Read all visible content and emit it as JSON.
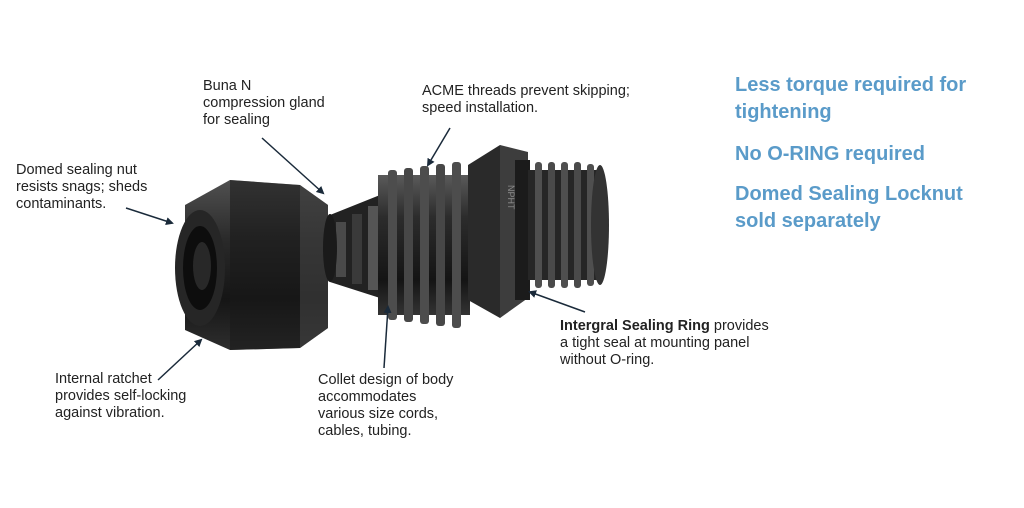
{
  "colors": {
    "feature_text": "#5a9bc9",
    "label_text": "#222222",
    "part_dark": "#1c1c1c",
    "part_mid": "#3a3a3a",
    "part_highlight": "#6e6e6e"
  },
  "callouts": {
    "buna": [
      "Buna N",
      "compression gland",
      "for sealing"
    ],
    "acme": [
      "ACME threads prevent skipping;",
      "speed installation."
    ],
    "domed_nut": [
      "Domed sealing nut",
      "resists snags; sheds",
      "contaminants."
    ],
    "ratchet": [
      "Internal ratchet",
      "provides self-locking",
      "against vibration."
    ],
    "collet": [
      "Collet design of body",
      "accommodates",
      "various size cords,",
      "cables, tubing."
    ],
    "sealing_ring": {
      "bold": "Intergral Sealing Ring",
      "rest": " provides",
      "lines": [
        "a tight seal at mounting panel",
        "without O-ring."
      ]
    }
  },
  "features": [
    {
      "lines": [
        "Less torque required for",
        "tightening"
      ]
    },
    {
      "lines": [
        "No O-RING required"
      ]
    },
    {
      "lines": [
        "Domed Sealing Locknut",
        "sold separately"
      ]
    }
  ],
  "product_marking": "NPHT"
}
